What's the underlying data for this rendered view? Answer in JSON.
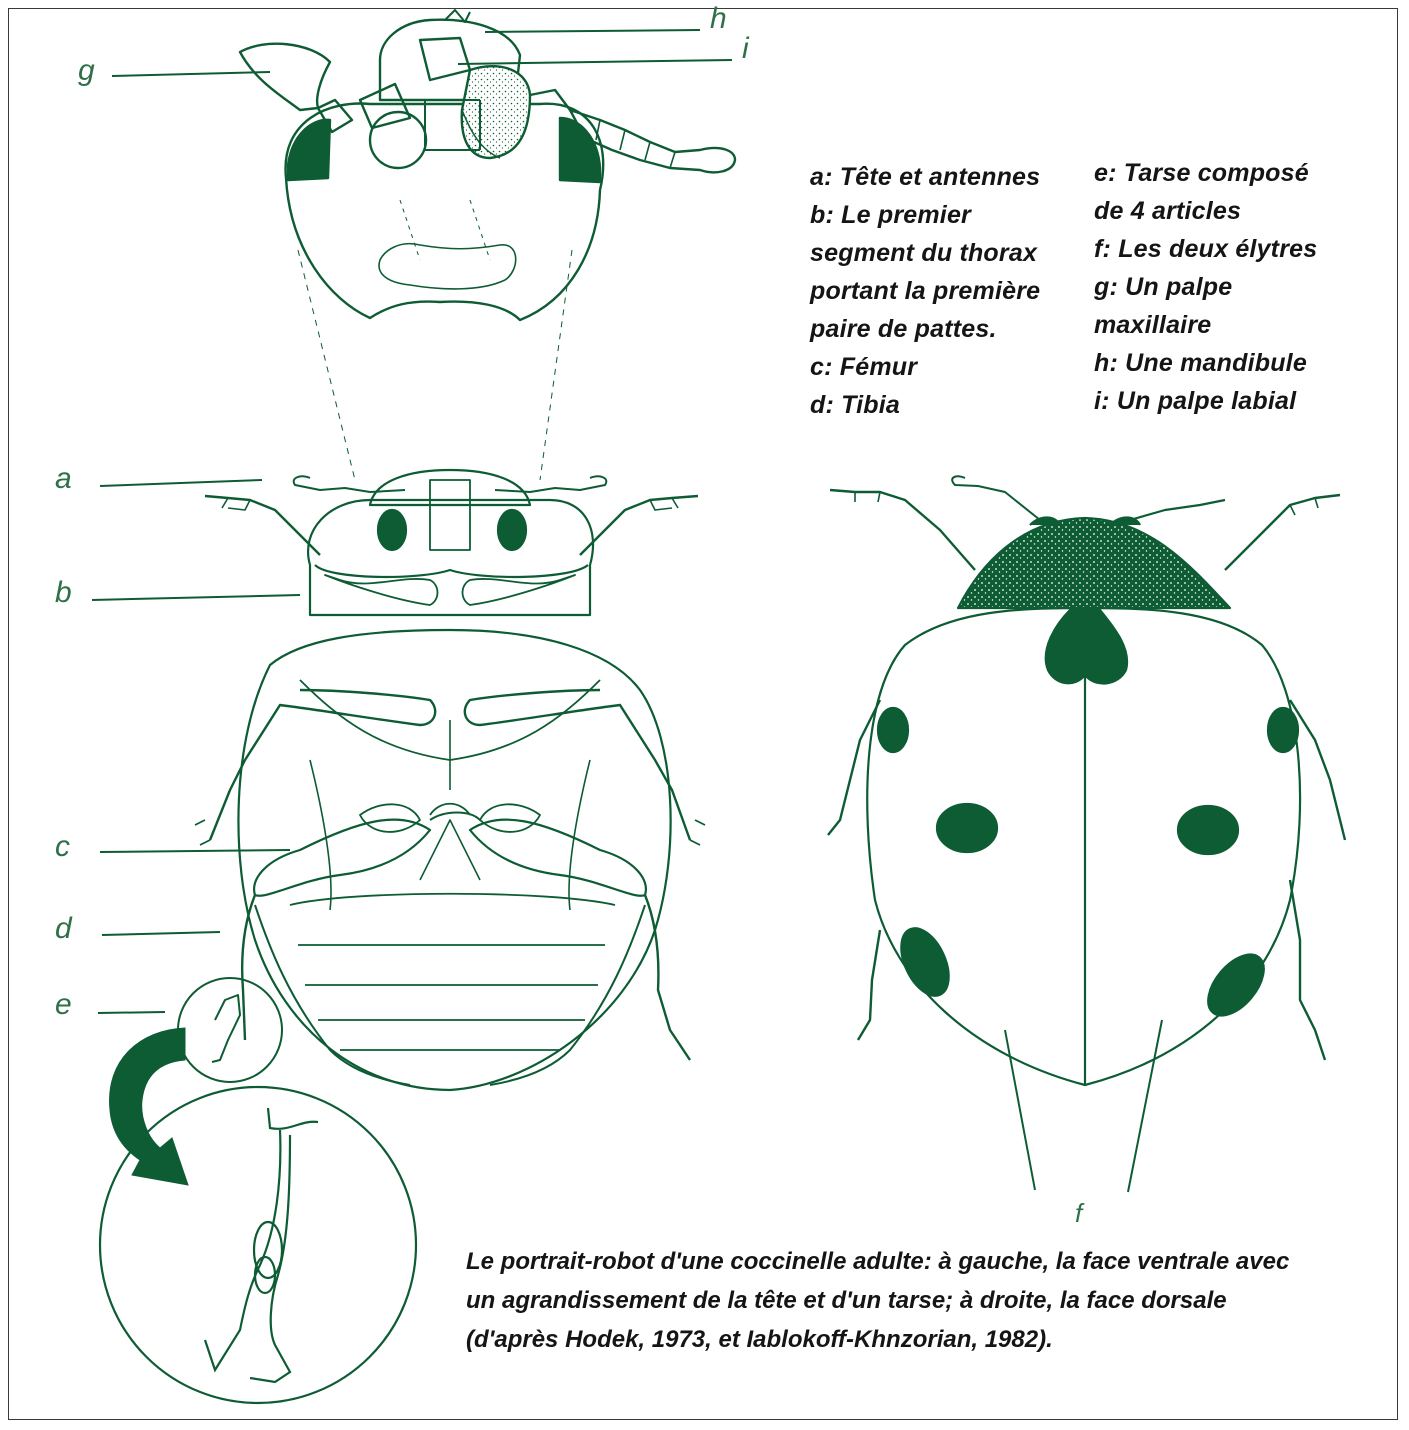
{
  "colors": {
    "ink": "#0d5c34",
    "label": "#2f7048",
    "text": "#151515",
    "border": "#3a3a3a"
  },
  "labels": {
    "a": "a",
    "b": "b",
    "c": "c",
    "d": "d",
    "e": "e",
    "f": "f",
    "g": "g",
    "h": "h",
    "i": "i"
  },
  "legend": {
    "col1": [
      "a: Tête et antennes",
      "b: Le premier",
      "segment du thorax",
      "portant la première",
      "paire de pattes.",
      "c: Fémur",
      "d: Tibia"
    ],
    "col2": [
      "e: Tarse composé",
      "de 4 articles",
      "f: Les deux élytres",
      "g: Un palpe",
      "maxillaire",
      "h: Une mandibule",
      "i: Un palpe labial"
    ]
  },
  "caption": [
    "Le portrait-robot d'une coccinelle adulte: à gauche, la face ventrale avec",
    "un agrandissement de la tête et d'un tarse; à droite, la face dorsale",
    "(d'après Hodek, 1973, et Iablokoff-Khnzorian, 1982)."
  ]
}
